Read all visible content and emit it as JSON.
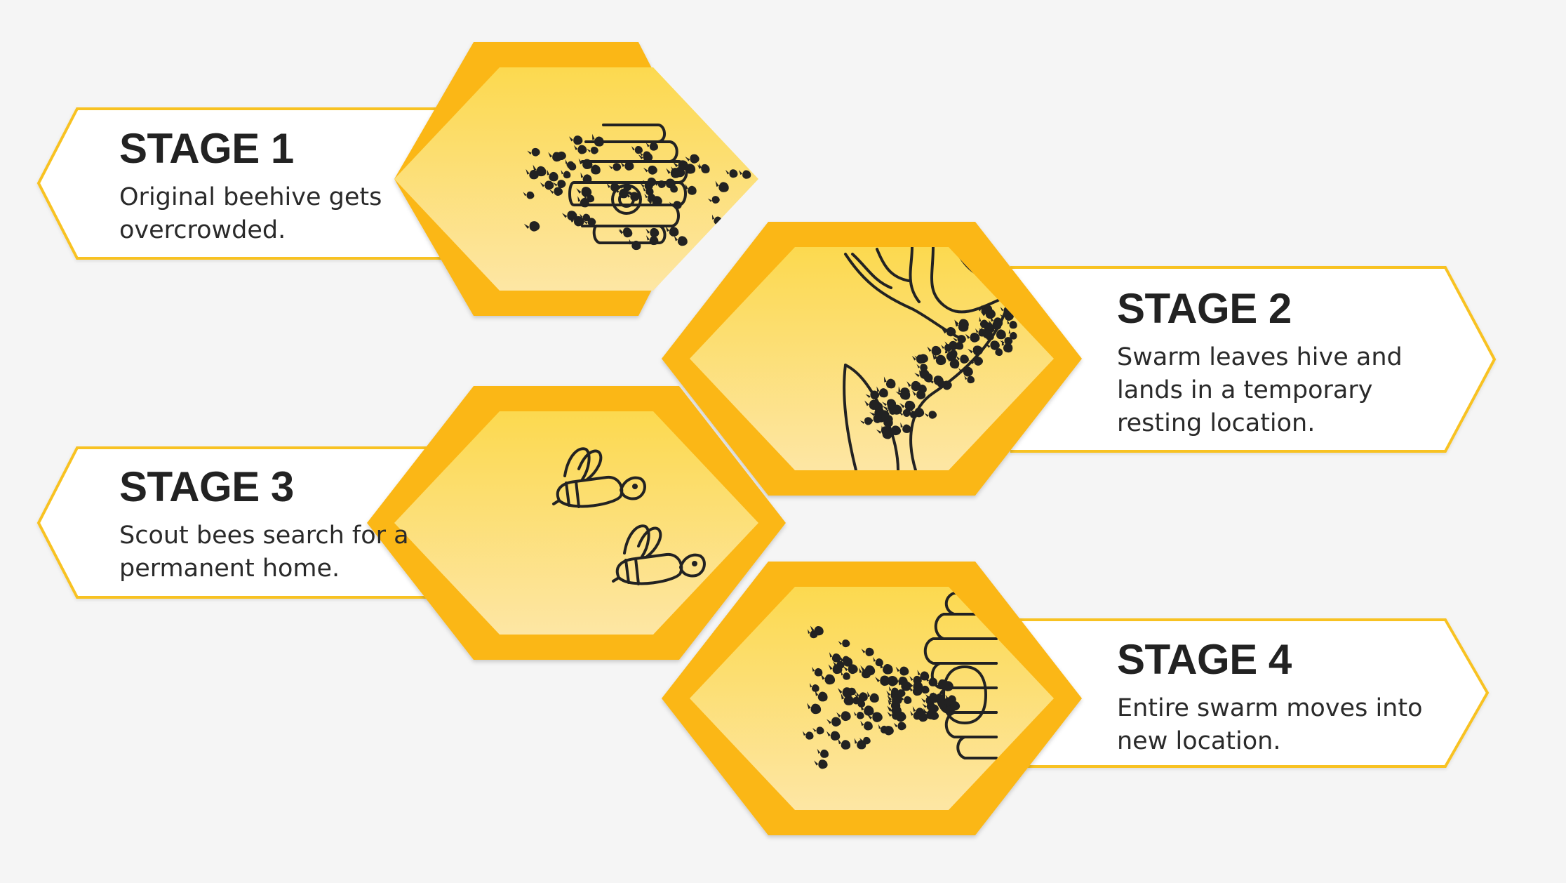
{
  "colors": {
    "background": "#f5f5f5",
    "hex_frame": "#fbb716",
    "hex_inner_top": "#fcd94f",
    "hex_inner_bottom": "#fde49a",
    "banner_fill": "#ffffff",
    "banner_border": "#f8c222",
    "text": "#222222"
  },
  "stages": [
    {
      "title": "STAGE 1",
      "lines": [
        "Original beehive gets",
        "overcrowded."
      ],
      "icon": "beehive-swarm-icon"
    },
    {
      "title": "STAGE 2",
      "lines": [
        "Swarm leaves hive and",
        "lands in a temporary",
        "resting location."
      ],
      "icon": "tree-swarm-icon"
    },
    {
      "title": "STAGE 3",
      "lines": [
        "Scout bees search for a",
        "permanent home."
      ],
      "icon": "scout-bees-icon"
    },
    {
      "title": "STAGE 4",
      "lines": [
        "Entire swarm moves into",
        "new location."
      ],
      "icon": "new-hive-icon"
    }
  ]
}
